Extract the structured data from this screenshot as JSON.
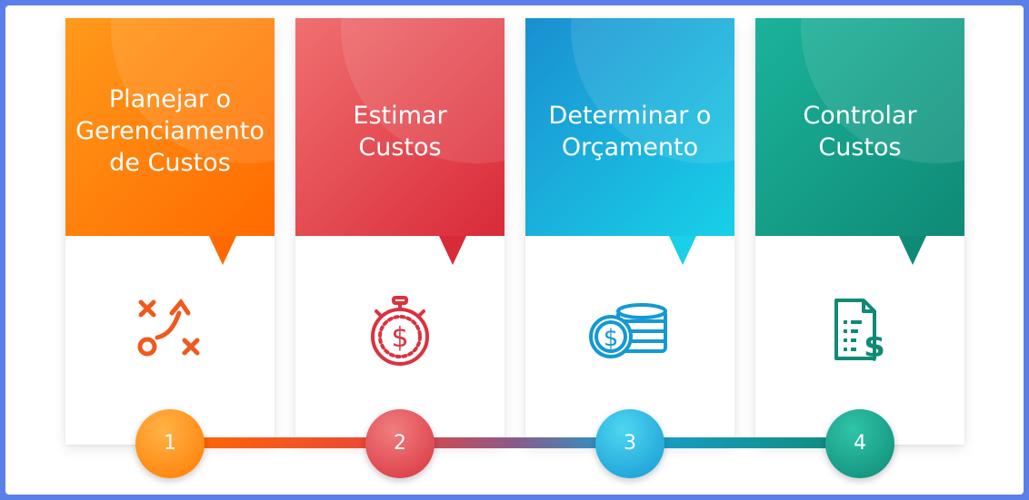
{
  "steps": [
    {
      "title": "Planejar o\nGerenciamento\nde Custos",
      "number": "1",
      "color": "#ff6a00",
      "icon": "strategy-play-icon"
    },
    {
      "title": "Estimar\nCustos",
      "number": "2",
      "color": "#d92a38",
      "icon": "stopwatch-dollar-icon"
    },
    {
      "title": "Determinar o\nOrçamento",
      "number": "3",
      "color": "#1499d4",
      "icon": "coins-stack-icon"
    },
    {
      "title": "Controlar\nCustos",
      "number": "4",
      "color": "#0f8a77",
      "icon": "document-dollar-icon"
    }
  ]
}
